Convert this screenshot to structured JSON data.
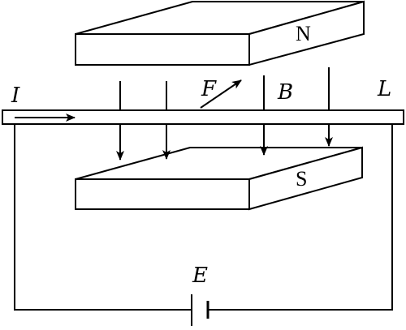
{
  "labels": {
    "current": "I",
    "force": "F",
    "field": "B",
    "conductor": "L",
    "north_pole": "N",
    "south_pole": "S",
    "emf": "E"
  }
}
